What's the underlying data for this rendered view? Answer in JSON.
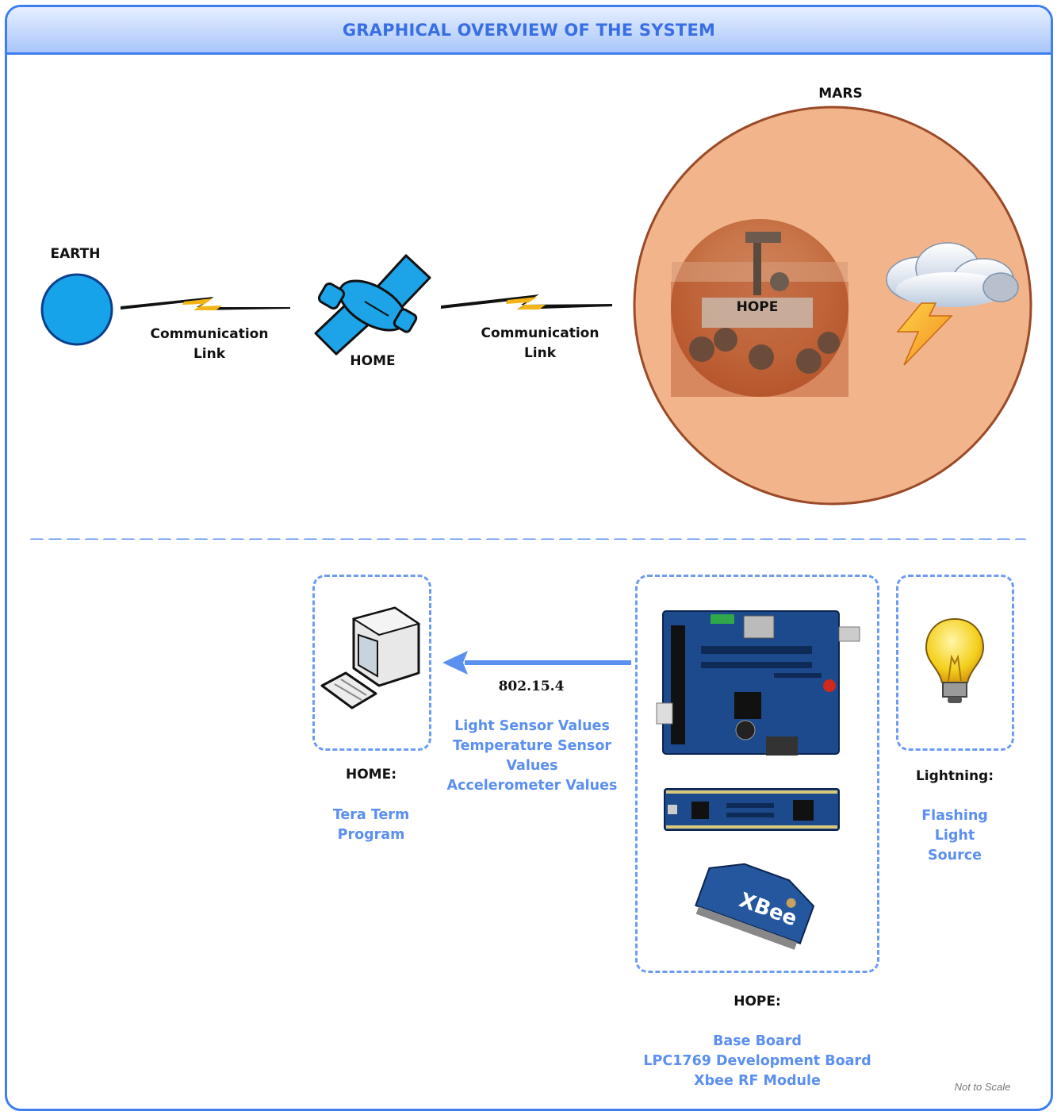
{
  "header": {
    "title": "GRAPHICAL OVERVIEW OF THE SYSTEM"
  },
  "top": {
    "earth_label": "EARTH",
    "home_label": "HOME",
    "mars_label": "MARS",
    "hope_label": "HOPE",
    "link1": [
      "Communication",
      "Link"
    ],
    "link2": [
      "Communication",
      "Link"
    ]
  },
  "bottom": {
    "protocol": "802.15.4",
    "data_lines": [
      "Light Sensor Values",
      "Temperature Sensor Values",
      "Accelerometer Values"
    ],
    "home_title": "HOME:",
    "home_desc": [
      "Tera Term",
      "Program"
    ],
    "hope_title": "HOPE:",
    "hope_desc": [
      "Base Board",
      "LPC1769 Development Board",
      "Xbee RF Module"
    ],
    "lightning_title": "Lightning:",
    "lightning_desc": [
      "Flashing",
      "Light",
      "Source"
    ],
    "xbee_label": "XBee"
  },
  "footer": {
    "note": "Not to Scale"
  },
  "colors": {
    "accent": "#3d7ff0",
    "text_blue": "#5b8ff0",
    "mars": "#f2b48a",
    "earth": "#17a3ea"
  }
}
